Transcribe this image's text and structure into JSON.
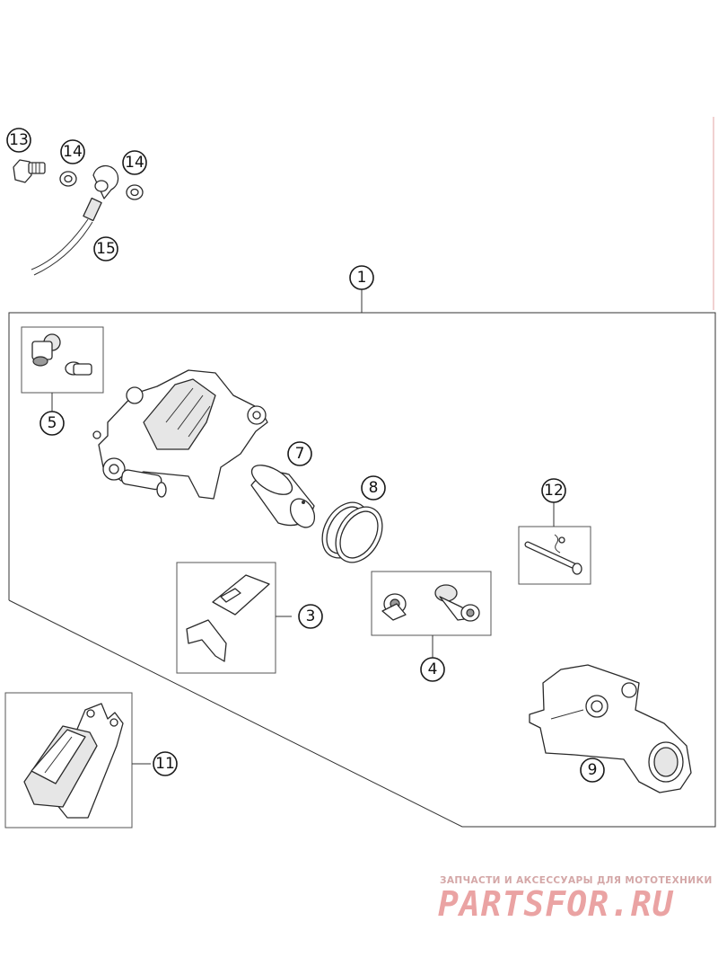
{
  "callouts": {
    "c1": "1",
    "c3": "3",
    "c4": "4",
    "c5": "5",
    "c7": "7",
    "c8": "8",
    "c9": "9",
    "c11": "11",
    "c12": "12",
    "c13": "13",
    "c14a": "14",
    "c14b": "14",
    "c15": "15"
  },
  "watermark": {
    "subtitle": "ЗАПЧАСТИ И АКСЕССУАРЫ ДЛЯ МОТОТЕХНИКИ",
    "logo": "PARTSFOR.RU"
  }
}
